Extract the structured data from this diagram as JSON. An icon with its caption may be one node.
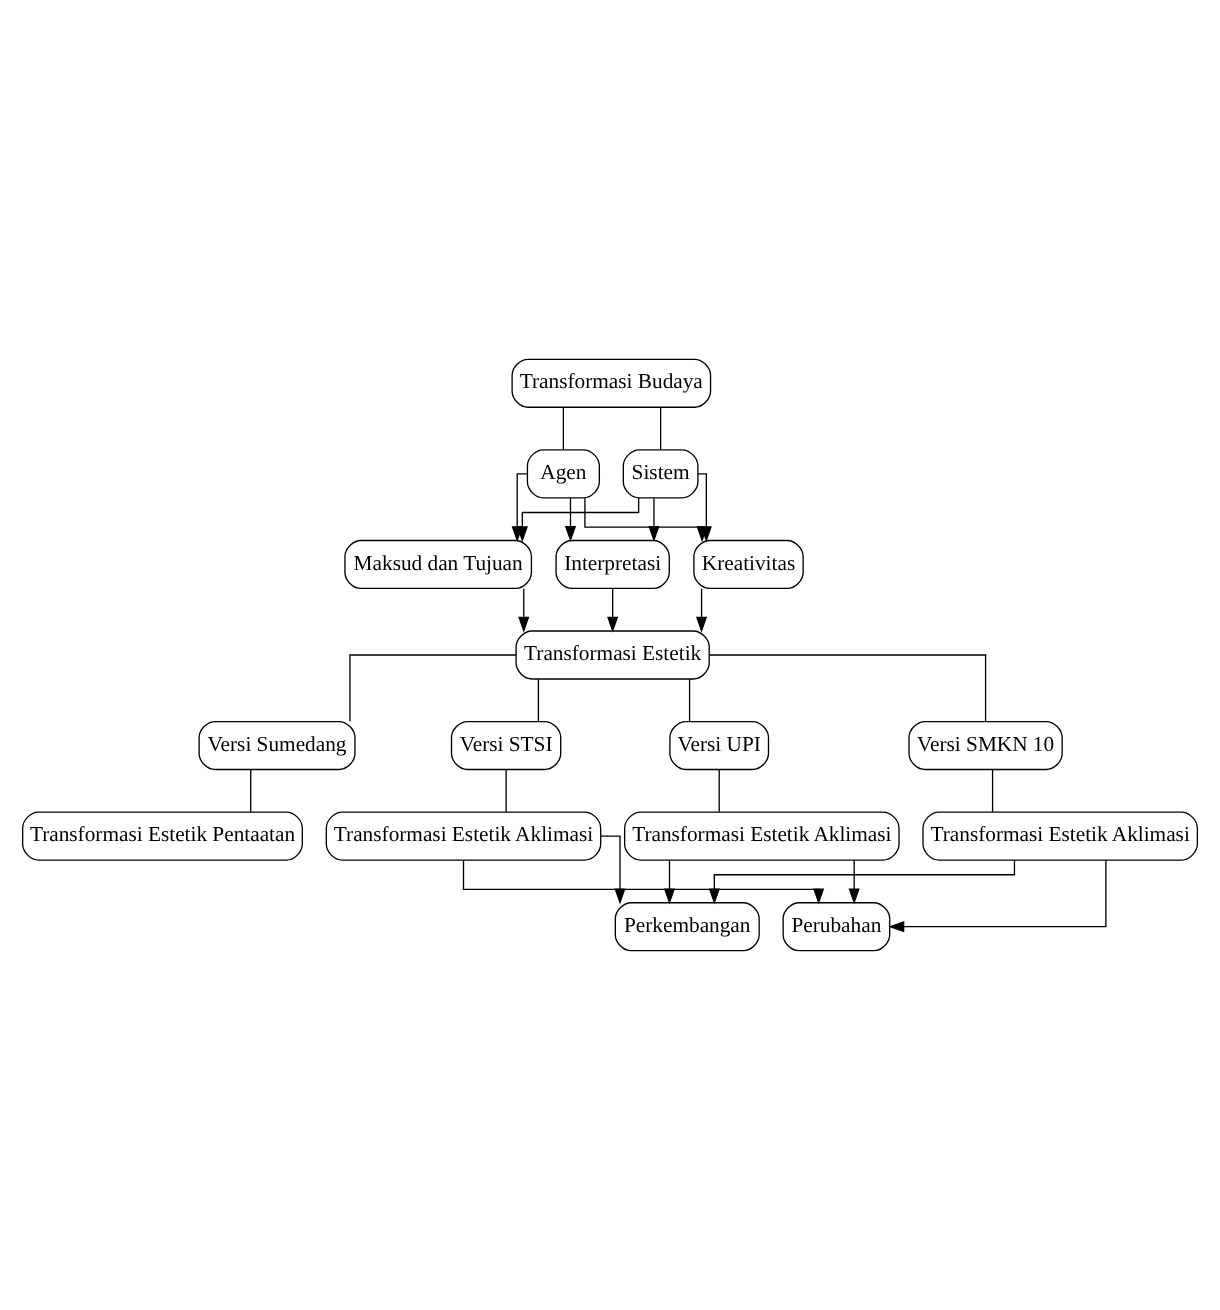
{
  "diagram": {
    "nodes": [
      {
        "text": [
          "Transformasi Budaya"
        ]
      },
      {
        "text": [
          "Agen"
        ]
      },
      {
        "text": [
          "Sistem"
        ]
      },
      {
        "text": [
          "Maksud dan Tujuan"
        ]
      },
      {
        "text": [
          "Interpretasi"
        ]
      },
      {
        "text": [
          "Kreativitas"
        ]
      },
      {
        "text": [
          "Transformasi Estetik"
        ]
      },
      {
        "text": [
          "Versi Sumedang"
        ]
      },
      {
        "text": [
          "Versi STSI"
        ]
      },
      {
        "text": [
          "Versi UPI"
        ]
      },
      {
        "text": [
          "Versi SMKN 10"
        ]
      },
      {
        "text": [
          "Transformasi Estetik Pentaatan"
        ]
      },
      {
        "text": [
          "Transformasi Estetik Aklimasi"
        ]
      },
      {
        "text": [
          "Transformasi Estetik Aklimasi"
        ]
      },
      {
        "text": [
          "Transformasi Estetik Aklimasi"
        ]
      },
      {
        "text": [
          "Perkembangan"
        ]
      },
      {
        "text": [
          "Perubahan"
        ]
      }
    ],
    "edges": [
      {
        "from": 0,
        "to": 1,
        "arrow": "none"
      },
      {
        "from": 0,
        "to": 2,
        "arrow": "none"
      },
      {
        "from": 1,
        "to": 3,
        "arrow": "to"
      },
      {
        "from": 1,
        "to": 4,
        "arrow": "to"
      },
      {
        "from": 1,
        "to": 5,
        "arrow": "to"
      },
      {
        "from": 2,
        "to": 3,
        "arrow": "to"
      },
      {
        "from": 2,
        "to": 4,
        "arrow": "to"
      },
      {
        "from": 2,
        "to": 5,
        "arrow": "to"
      },
      {
        "from": 3,
        "to": 6,
        "arrow": "to"
      },
      {
        "from": 4,
        "to": 6,
        "arrow": "to"
      },
      {
        "from": 5,
        "to": 6,
        "arrow": "to"
      },
      {
        "from": 6,
        "to": 7,
        "arrow": "none"
      },
      {
        "from": 6,
        "to": 8,
        "arrow": "none"
      },
      {
        "from": 6,
        "to": 9,
        "arrow": "none"
      },
      {
        "from": 6,
        "to": 10,
        "arrow": "none"
      },
      {
        "from": 7,
        "to": 11,
        "arrow": "none"
      },
      {
        "from": 8,
        "to": 12,
        "arrow": "none"
      },
      {
        "from": 9,
        "to": 13,
        "arrow": "none"
      },
      {
        "from": 10,
        "to": 14,
        "arrow": "none"
      },
      {
        "from": 12,
        "to": 15,
        "arrow": "to"
      },
      {
        "from": 12,
        "to": 16,
        "arrow": "to"
      },
      {
        "from": 13,
        "to": 15,
        "arrow": "to"
      },
      {
        "from": 13,
        "to": 16,
        "arrow": "to"
      },
      {
        "from": 14,
        "to": 15,
        "arrow": "to"
      },
      {
        "from": 14,
        "to": 16,
        "arrow": "to"
      }
    ]
  }
}
